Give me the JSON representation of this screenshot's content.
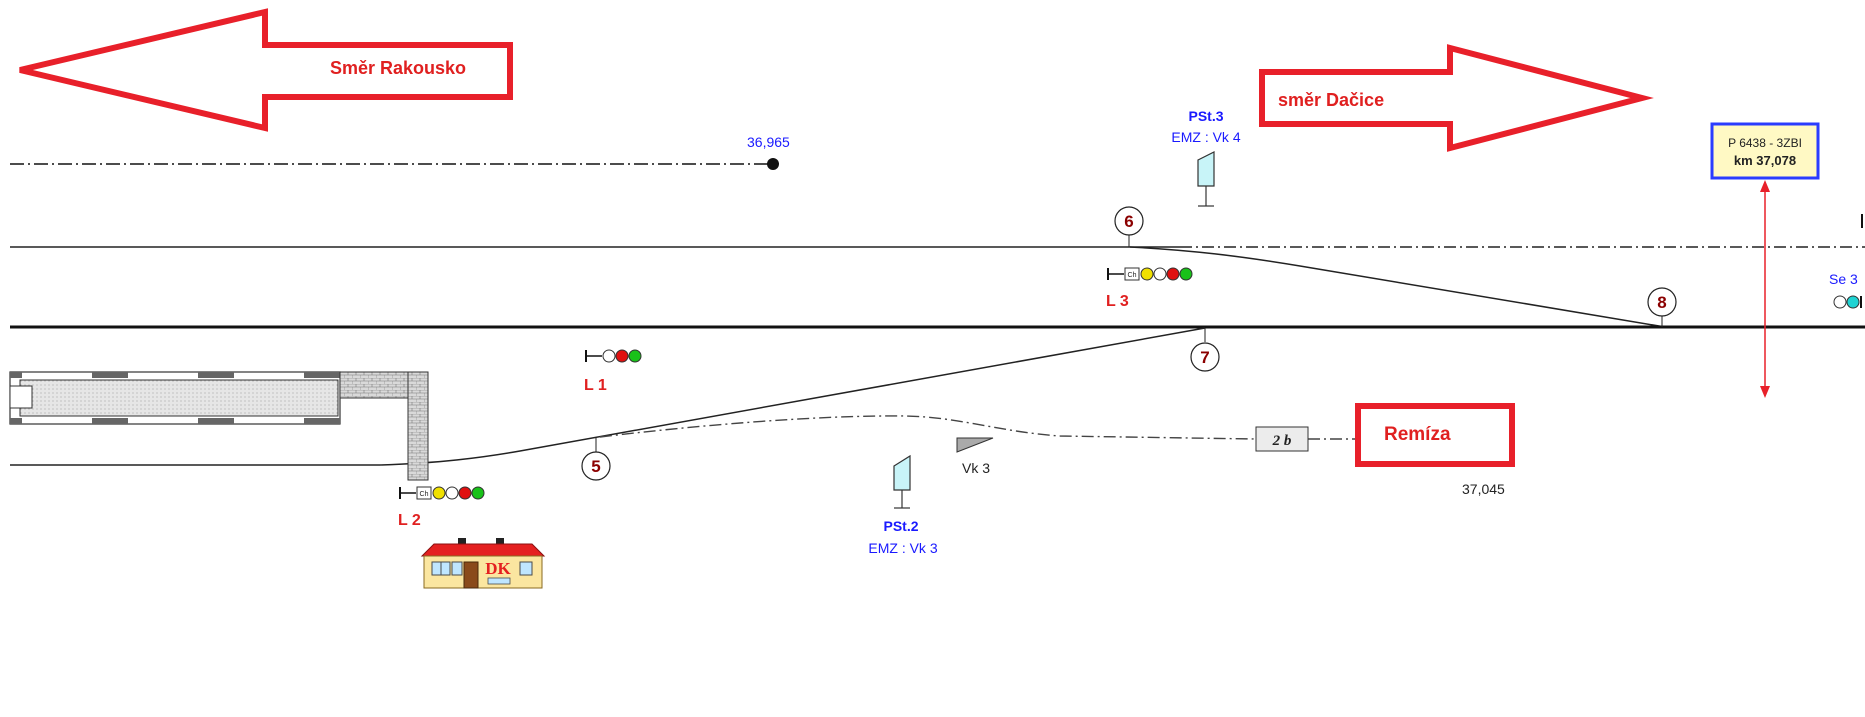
{
  "arrows": {
    "left_label": "Směr  Rakousko",
    "right_label": "směr Dačice",
    "color": "#e8202a"
  },
  "km_markers": {
    "left_km": "36,965",
    "right_km": "37,045"
  },
  "info_box": {
    "line1": "P 6438 - 3ZBI",
    "line2": "km 37,078",
    "border_color": "#2a3cff",
    "fill_color": "#fff9c4"
  },
  "points": {
    "p5": "5",
    "p6": "6",
    "p7": "7",
    "p8": "8"
  },
  "signals": {
    "l1": "L 1",
    "l2": "L 2",
    "l3": "L 3",
    "se3": "Se 3"
  },
  "posts": {
    "pst3_title": "PSt.3",
    "pst3_sub": "EMZ : Vk 4",
    "pst2_title": "PSt.2",
    "pst2_sub": "EMZ : Vk 3"
  },
  "vk3": "Vk 3",
  "track_2b": "2 b",
  "remiza": "Remíza",
  "building": "DK"
}
